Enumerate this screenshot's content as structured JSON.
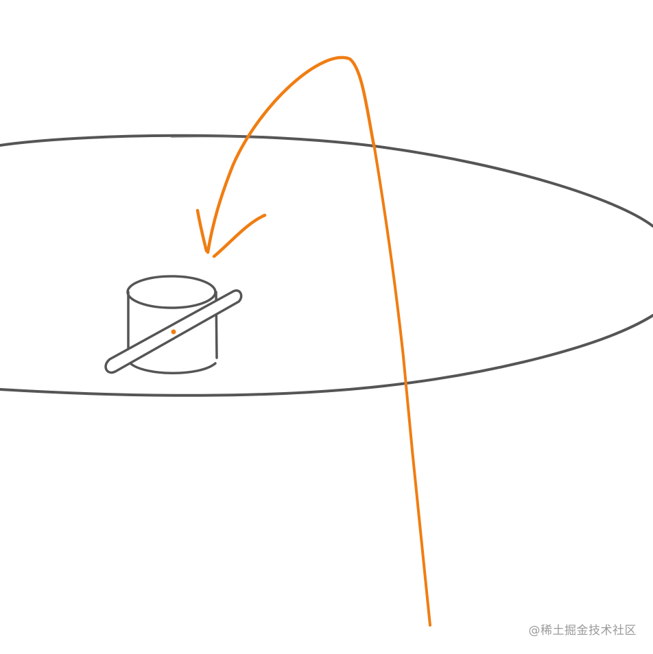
{
  "watermark": {
    "text": "@稀土掘金技术社区"
  },
  "colors": {
    "stroke_gray": "#555555",
    "accent_orange": "#f07d12",
    "background": "#ffffff"
  },
  "diagram": {
    "elements": [
      "ellipse-disk",
      "cylinder-pivot",
      "stick-rod",
      "center-dot",
      "curved-arrow",
      "vertical-line"
    ]
  }
}
